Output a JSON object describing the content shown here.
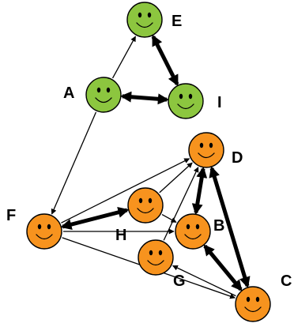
{
  "nodes": [
    {
      "id": "E",
      "label": "E",
      "color": "#8cc63f",
      "group": "green"
    },
    {
      "id": "A",
      "label": "A",
      "color": "#8cc63f",
      "group": "green"
    },
    {
      "id": "I",
      "label": "I",
      "color": "#8cc63f",
      "group": "green"
    },
    {
      "id": "D",
      "label": "D",
      "color": "#f7931e",
      "group": "orange"
    },
    {
      "id": "F",
      "label": "F",
      "color": "#f7931e",
      "group": "orange"
    },
    {
      "id": "H",
      "label": "H",
      "color": "#f7931e",
      "group": "orange"
    },
    {
      "id": "B",
      "label": "B",
      "color": "#f7931e",
      "group": "orange"
    },
    {
      "id": "G",
      "label": "G",
      "color": "#f7931e",
      "group": "orange"
    },
    {
      "id": "C",
      "label": "C",
      "color": "#f7931e",
      "group": "orange"
    }
  ],
  "edges": [
    {
      "from": "A",
      "to": "E",
      "type": "directed",
      "weight": "thin"
    },
    {
      "from": "A",
      "to": "F",
      "type": "directed",
      "weight": "thin"
    },
    {
      "from": "A",
      "to": "I",
      "type": "bidirectional",
      "weight": "thick"
    },
    {
      "from": "E",
      "to": "I",
      "type": "bidirectional",
      "weight": "thick"
    },
    {
      "from": "F",
      "to": "D",
      "type": "directed",
      "weight": "thin"
    },
    {
      "from": "H",
      "to": "F",
      "type": "bidirectional",
      "weight": "thick"
    },
    {
      "from": "H",
      "to": "D",
      "type": "directed",
      "weight": "thin"
    },
    {
      "from": "H",
      "to": "B",
      "type": "directed",
      "weight": "thin"
    },
    {
      "from": "F",
      "to": "B",
      "type": "directed",
      "weight": "thin"
    },
    {
      "from": "F",
      "to": "C",
      "type": "directed",
      "weight": "thin"
    },
    {
      "from": "G",
      "to": "D",
      "type": "directed",
      "weight": "thin"
    },
    {
      "from": "D",
      "to": "B",
      "type": "bidirectional",
      "weight": "thick"
    },
    {
      "from": "D",
      "to": "C",
      "type": "bidirectional",
      "weight": "thick"
    },
    {
      "from": "B",
      "to": "C",
      "type": "bidirectional",
      "weight": "thick"
    },
    {
      "from": "C",
      "to": "G",
      "type": "directed",
      "weight": "thin"
    }
  ]
}
